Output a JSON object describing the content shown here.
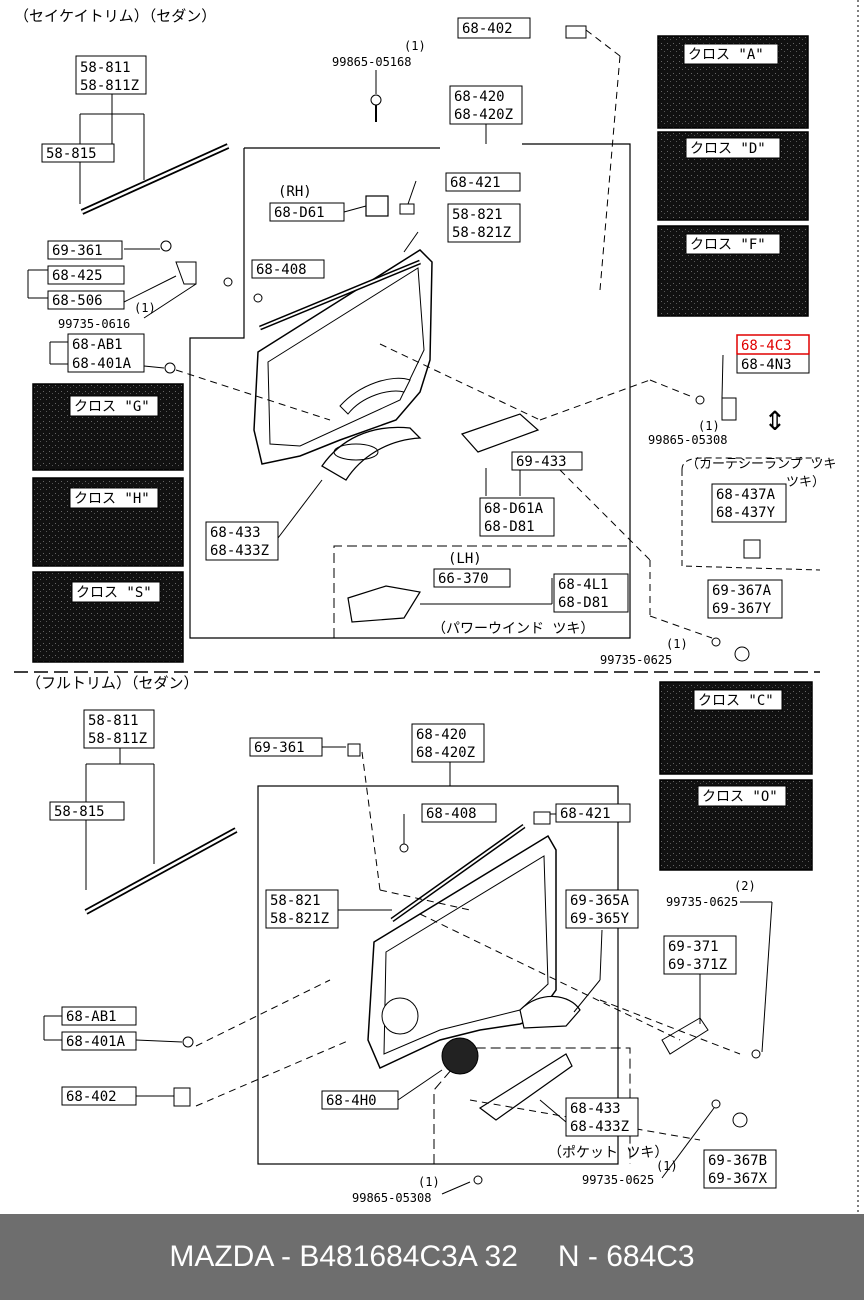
{
  "section_upper": "（セイケイトリム）（セダン）",
  "section_lower": "（フルトリム）（セダン）",
  "notes": {
    "rh": "(RH)",
    "lh": "(LH)",
    "power_window": "（パワーウインド ツキ）",
    "courtesy_lamp_1": "（カーテシーランプ ツキ",
    "courtesy_lamp_2": "ツキ）",
    "pocket": "（ポケット ツキ）"
  },
  "cloth_swatches": {
    "a": "クロス \"A\"",
    "d": "クロス \"D\"",
    "f": "クロス \"F\"",
    "g": "クロス \"G\"",
    "h": "クロス \"H\"",
    "s": "クロス \"S\"",
    "c": "クロス \"C\"",
    "o": "クロス \"O\""
  },
  "parts": {
    "p68_402_top": "68-402",
    "p99865_05168": "99865-05168",
    "q1a": "(1)",
    "p68_420": "68-420",
    "p68_420z": "68-420Z",
    "p58_811": "58-811",
    "p58_811z": "58-811Z",
    "p58_815": "58-815",
    "p68_d61": "68-D61",
    "p68_421": "68-421",
    "p58_821": "58-821",
    "p58_821z": "58-821Z",
    "p69_361": "69-361",
    "p68_425": "68-425",
    "p68_506": "68-506",
    "p68_408": "68-408",
    "q1b": "(1)",
    "p99735_0616": "99735-0616",
    "p68_ab1": "68-AB1",
    "p68_401a": "68-401A",
    "p68_4c3": "68-4C3",
    "p68_4n3": "68-4N3",
    "q1c": "(1)",
    "p99865_05308": "99865-05308",
    "p69_433": "69-433",
    "p68_437a": "68-437A",
    "p68_437y": "68-437Y",
    "p68_d61a": "68-D61A",
    "p68_d81": "68-D81",
    "p68_433": "68-433",
    "p68_433z": "68-433Z",
    "p66_370": "66-370",
    "p68_4l1": "68-4L1",
    "p68_d81b": "68-D81",
    "p69_367a": "69-367A",
    "p69_367y": "69-367Y",
    "q1d": "(1)",
    "p99735_0625a": "99735-0625",
    "l_58_811": "58-811",
    "l_58_811z": "58-811Z",
    "l_69_361": "69-361",
    "l_68_420": "68-420",
    "l_68_420z": "68-420Z",
    "l_58_815": "58-815",
    "l_68_408": "68-408",
    "l_68_421": "68-421",
    "q2": "(2)",
    "l_99735_0625": "99735-0625",
    "l_58_821": "58-821",
    "l_58_821z": "58-821Z",
    "l_69_365a": "69-365A",
    "l_69_365y": "69-365Y",
    "l_69_371": "69-371",
    "l_69_371z": "69-371Z",
    "l_68_ab1": "68-AB1",
    "l_68_401a": "68-401A",
    "l_68_402": "68-402",
    "l_68_4h0": "68-4H0",
    "l_68_433": "68-433",
    "l_68_433z": "68-433Z",
    "q1e": "(1)",
    "l_99865_05308": "99865-05308",
    "q1f": "(1)",
    "l_99735_0625b": "99735-0625",
    "l_69_367b": "69-367B",
    "l_69_367x": "69-367X"
  },
  "footer": {
    "left": "MAZDA - B481684C3A 32",
    "right": "N - 684C3"
  },
  "colors": {
    "line": "#000000",
    "highlight": "#e00000",
    "footer_bg": "#6e6e6e",
    "footer_text": "#ffffff"
  }
}
